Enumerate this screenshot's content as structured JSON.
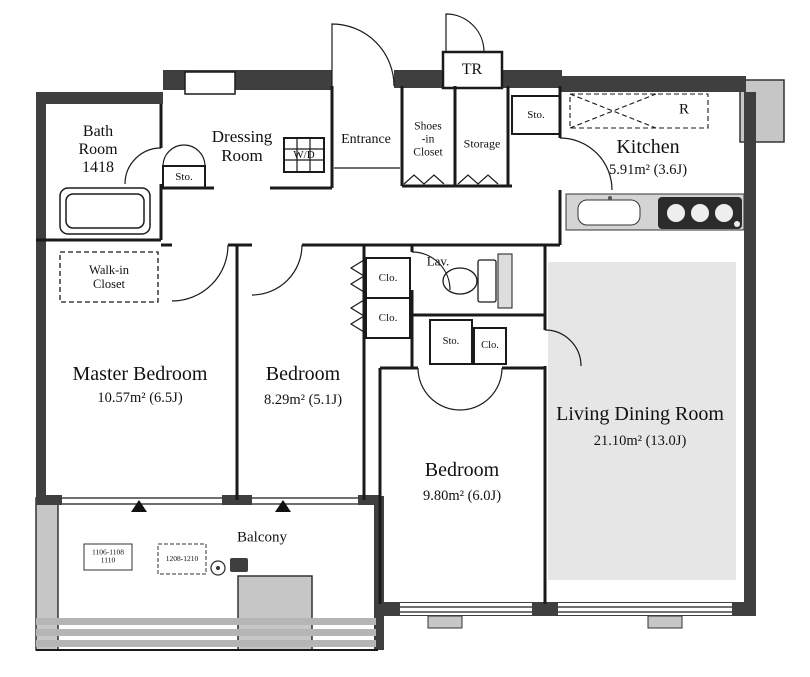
{
  "colors": {
    "wall": "#3f3f3f",
    "line": "#1a1a1a",
    "column": "#c6c6c6",
    "living_rug": "#e6e6e6",
    "counter": "#d4d4d4",
    "stove": "#2b2b2b",
    "balcony_rail": "#b5b5b5"
  },
  "labels": {
    "bath_room": "Bath\nRoom\n1418",
    "dressing_room": "Dressing\nRoom",
    "sto_a": "Sto.",
    "wd": "W/D",
    "entrance": "Entrance",
    "shoes_in_closet": "Shoes\n-in\nCloset",
    "storage": "Storage",
    "sto_b": "Sto.",
    "tr": "TR",
    "fridge": "R",
    "kitchen_name": "Kitchen",
    "kitchen_size": "5.91m² (3.6J)",
    "walk_in_closet": "Walk-in\nCloset",
    "master_name": "Master Bedroom",
    "master_size": "10.57m² (6.5J)",
    "bedroom2_name": "Bedroom",
    "bedroom2_size": "8.29m² (5.1J)",
    "clo_a": "Clo.",
    "clo_b": "Clo.",
    "lav": "Lav.",
    "sto_c": "Sto.",
    "clo_c": "Clo.",
    "bedroom3_name": "Bedroom",
    "bedroom3_size": "9.80m² (6.0J)",
    "living_name": "Living Dining Room",
    "living_size": "21.10m² (13.0J)",
    "balcony": "Balcony",
    "unit_a": "1106-1108\n1110",
    "unit_b": "1208-1210"
  }
}
